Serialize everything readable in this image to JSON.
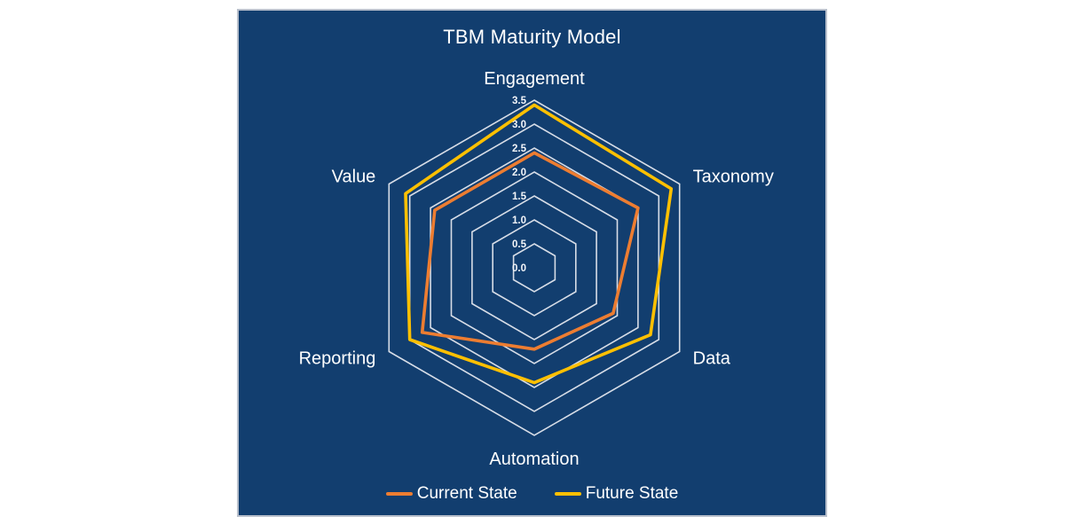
{
  "panel": {
    "background_color": "#123E6F",
    "border_color": "#B9C0CC"
  },
  "chart": {
    "title": "TBM Maturity Model",
    "text_color": "#FFFFFF",
    "grid_color": "#D7DDE7",
    "tick_label_color": "#F2F5F9"
  },
  "legend": {
    "items": [
      {
        "label": "Current State",
        "color": "#ED7D31"
      },
      {
        "label": "Future State",
        "color": "#FFC000"
      }
    ]
  },
  "chart_data": {
    "type": "radar",
    "title": "TBM Maturity Model",
    "categories": [
      "Engagement",
      "Taxonomy",
      "Data",
      "Automation",
      "Reporting",
      "Value"
    ],
    "series": [
      {
        "name": "Current State",
        "color": "#ED7D31",
        "values": [
          2.4,
          2.5,
          1.9,
          1.7,
          2.7,
          2.4
        ]
      },
      {
        "name": "Future State",
        "color": "#FFC000",
        "values": [
          3.4,
          3.3,
          2.8,
          2.4,
          3.0,
          3.1
        ]
      }
    ],
    "r_min": 0.0,
    "r_max": 3.5,
    "r_tick_step": 0.5,
    "r_tick_labels": [
      "0.0",
      "0.5",
      "1.0",
      "1.5",
      "2.0",
      "2.5",
      "3.0",
      "3.5"
    ],
    "grid_shape": "hexagon-rings-no-spokes",
    "gridlines": true,
    "legend_position": "bottom"
  }
}
